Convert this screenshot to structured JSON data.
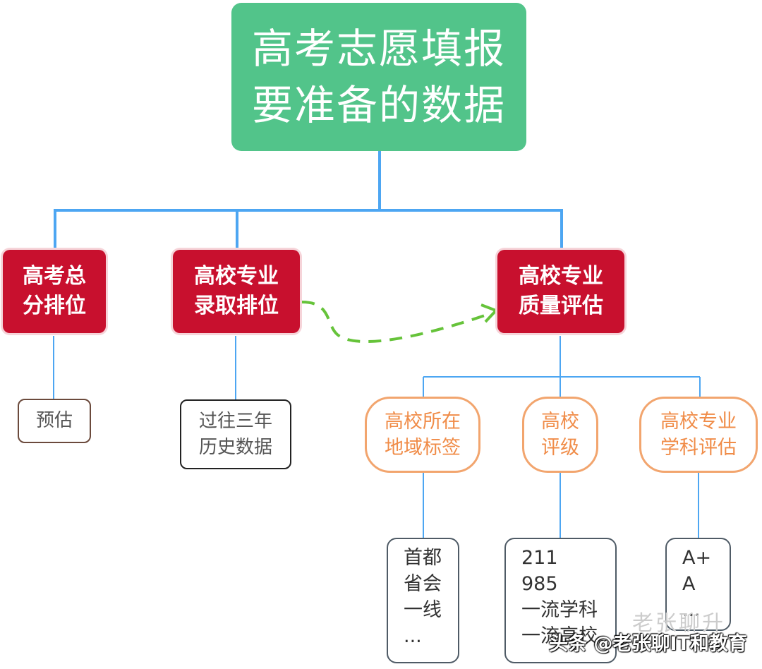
{
  "root": {
    "line1": "高考志愿填报",
    "line2": "要准备的数据"
  },
  "level1": [
    {
      "line1": "高考总",
      "line2": "分排位"
    },
    {
      "line1": "高校专业",
      "line2": "录取排位"
    },
    {
      "line1": "高校专业",
      "line2": "质量评估"
    }
  ],
  "leaf_estimate": {
    "text": "预估"
  },
  "leaf_history": {
    "line1": "过往三年",
    "line2": "历史数据"
  },
  "quality_children": [
    {
      "line1": "高校所在",
      "line2": "地域标签"
    },
    {
      "line1": "高校",
      "line2": "评级"
    },
    {
      "line1": "高校专业",
      "line2": "学科评估"
    }
  ],
  "region_list": [
    "首都",
    "省会",
    "一线",
    "..."
  ],
  "rating_list": [
    "211",
    "985",
    "一流学科",
    "一流高校"
  ],
  "subject_list": [
    "A+",
    "A",
    "..."
  ],
  "watermark": "老张聊升",
  "caption": "头条 @老张聊IT和教育",
  "colors": {
    "root": "#52c48a",
    "level1": "#c8102e",
    "connector": "#4da6f2",
    "orange": "#f2a56e",
    "arrow": "#66c33a"
  }
}
